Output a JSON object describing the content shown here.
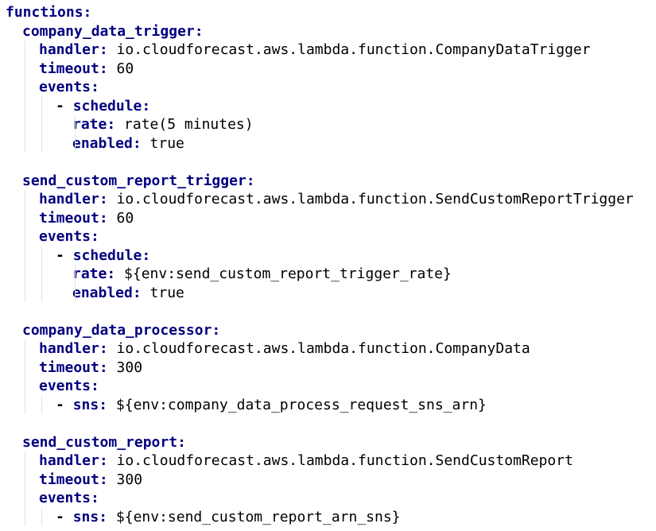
{
  "editor": {
    "lines": [
      {
        "indent": 0,
        "key": "functions",
        "sep": ":",
        "value": ""
      },
      {
        "indent": 1,
        "key": "company_data_trigger",
        "sep": ":",
        "value": ""
      },
      {
        "indent": 2,
        "key": "handler",
        "sep": ": ",
        "value": "io.cloudforecast.aws.lambda.function.CompanyDataTrigger"
      },
      {
        "indent": 2,
        "key": "timeout",
        "sep": ": ",
        "value": "60"
      },
      {
        "indent": 2,
        "key": "events",
        "sep": ":",
        "value": ""
      },
      {
        "indent": 3,
        "dash": "- ",
        "key": "schedule",
        "sep": ":",
        "value": ""
      },
      {
        "indent": 4,
        "key": "rate",
        "sep": ": ",
        "value": "rate(5 minutes)"
      },
      {
        "indent": 4,
        "key": "enabled",
        "sep": ": ",
        "value": "true"
      },
      {
        "blank": true
      },
      {
        "indent": 1,
        "key": "send_custom_report_trigger",
        "sep": ":",
        "value": ""
      },
      {
        "indent": 2,
        "key": "handler",
        "sep": ": ",
        "value": "io.cloudforecast.aws.lambda.function.SendCustomReportTrigger"
      },
      {
        "indent": 2,
        "key": "timeout",
        "sep": ": ",
        "value": "60"
      },
      {
        "indent": 2,
        "key": "events",
        "sep": ":",
        "value": ""
      },
      {
        "indent": 3,
        "dash": "- ",
        "key": "schedule",
        "sep": ":",
        "value": ""
      },
      {
        "indent": 4,
        "key": "rate",
        "sep": ": ",
        "value": "${env:send_custom_report_trigger_rate}"
      },
      {
        "indent": 4,
        "key": "enabled",
        "sep": ": ",
        "value": "true"
      },
      {
        "blank": true
      },
      {
        "indent": 1,
        "key": "company_data_processor",
        "sep": ":",
        "value": ""
      },
      {
        "indent": 2,
        "key": "handler",
        "sep": ": ",
        "value": "io.cloudforecast.aws.lambda.function.CompanyData"
      },
      {
        "indent": 2,
        "key": "timeout",
        "sep": ": ",
        "value": "300"
      },
      {
        "indent": 2,
        "key": "events",
        "sep": ":",
        "value": ""
      },
      {
        "indent": 3,
        "dash": "- ",
        "key": "sns",
        "sep": ": ",
        "value": "${env:company_data_process_request_sns_arn}"
      },
      {
        "blank": true
      },
      {
        "indent": 1,
        "key": "send_custom_report",
        "sep": ":",
        "value": ""
      },
      {
        "indent": 2,
        "key": "handler",
        "sep": ": ",
        "value": "io.cloudforecast.aws.lambda.function.SendCustomReport"
      },
      {
        "indent": 2,
        "key": "timeout",
        "sep": ": ",
        "value": "300"
      },
      {
        "indent": 2,
        "key": "events",
        "sep": ":",
        "value": ""
      },
      {
        "indent": 3,
        "dash": "- ",
        "key": "sns",
        "sep": ": ",
        "value": "${env:send_custom_report_arn_sns}"
      }
    ]
  },
  "colors": {
    "key": "#000080",
    "value": "#000000",
    "guide": "#e2e2e2",
    "background": "#ffffff"
  }
}
